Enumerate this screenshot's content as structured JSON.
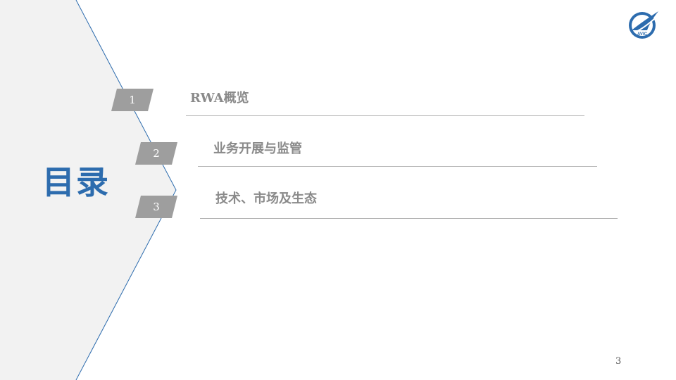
{
  "slide": {
    "title": "目录",
    "page_number": "3"
  },
  "toc": {
    "items": [
      {
        "number": "1",
        "label": "RWA概览"
      },
      {
        "number": "2",
        "label": "业务开展与监管"
      },
      {
        "number": "3",
        "label": "技术、市场及生态"
      }
    ]
  },
  "logo": {
    "icon": "avic-logo-icon",
    "text": "AVIC"
  },
  "colors": {
    "accent": "#2d6cae",
    "tab_fill": "#9e9e9e",
    "label": "#8a8a8a",
    "rule": "#b5b5b5",
    "panel": "#f2f2f2"
  }
}
